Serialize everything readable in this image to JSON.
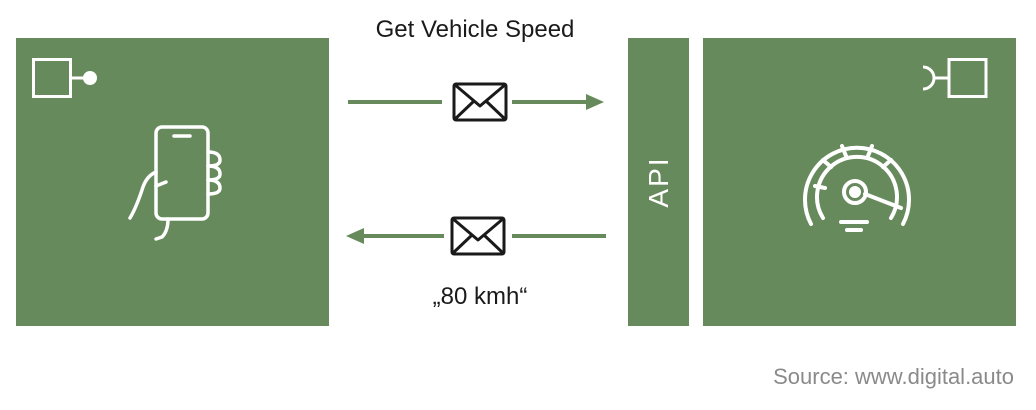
{
  "request": {
    "label": "Get Vehicle Speed"
  },
  "response": {
    "label": "„80 kmh“"
  },
  "api": {
    "label": "API"
  },
  "source": {
    "text": "Source: www.digital.auto"
  },
  "colors": {
    "box_green": "#678a5d",
    "arrow_green": "#678a5d",
    "icon_white": "#ffffff"
  },
  "icons": {
    "client": [
      "component-provided-interface-icon",
      "smartphone-hand-icon"
    ],
    "server": [
      "component-required-interface-icon",
      "speedometer-icon"
    ],
    "messages": [
      "envelope-icon",
      "envelope-icon"
    ]
  }
}
